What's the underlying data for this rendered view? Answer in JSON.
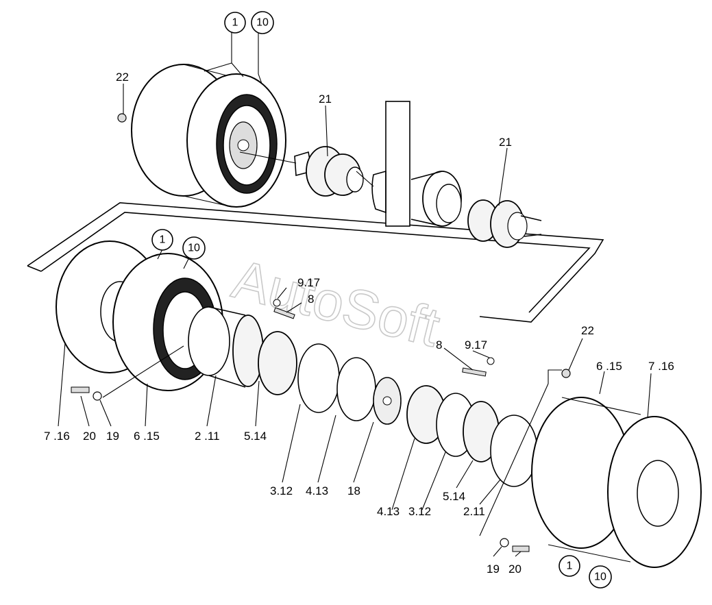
{
  "watermark": "AutoSoft",
  "callouts": {
    "top_1": "1",
    "top_10": "10",
    "top_22": "22",
    "top_21_left": "21",
    "top_21_right": "21",
    "mid_1": "1",
    "mid_10": "10",
    "mid_9_17": "9.17",
    "mid_8": "8",
    "right_8": "8",
    "right_9_17": "9.17",
    "right_22": "22",
    "right_6_15": "6 .15",
    "right_7_16": "7 .16",
    "left_7_16": "7 .16",
    "left_20": "20",
    "left_19": "19",
    "left_6_15": "6 .15",
    "left_2_11": "2 .11",
    "left_5_14": "5.14",
    "c_3_12": "3.12",
    "c_4_13": "4.13",
    "c_18": "18",
    "c_4_13_b": "4.13",
    "c_3_12_b": "3.12",
    "c_5_14_b": "5.14",
    "c_2_11_b": "2.11",
    "bottom_19": "19",
    "bottom_20": "20",
    "bottom_1": "1",
    "bottom_10": "10"
  }
}
